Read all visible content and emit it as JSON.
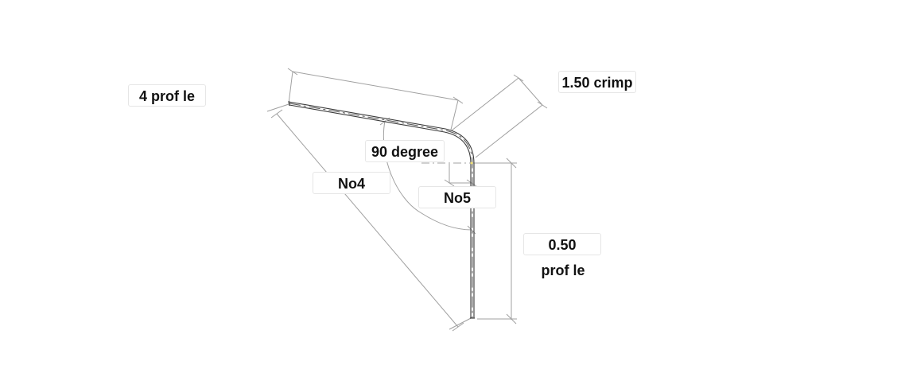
{
  "labels": {
    "profile_count": "4 prof le",
    "crimp": "1.50 crimp",
    "angle": "90 degree",
    "no4": "No4",
    "no5": "No5",
    "thickness_value": "0.50",
    "thickness_unit": "prof le"
  },
  "colors": {
    "dimension_line": "#9a9a9a",
    "profile_line": "#3a3a3a",
    "text": "#111111"
  }
}
